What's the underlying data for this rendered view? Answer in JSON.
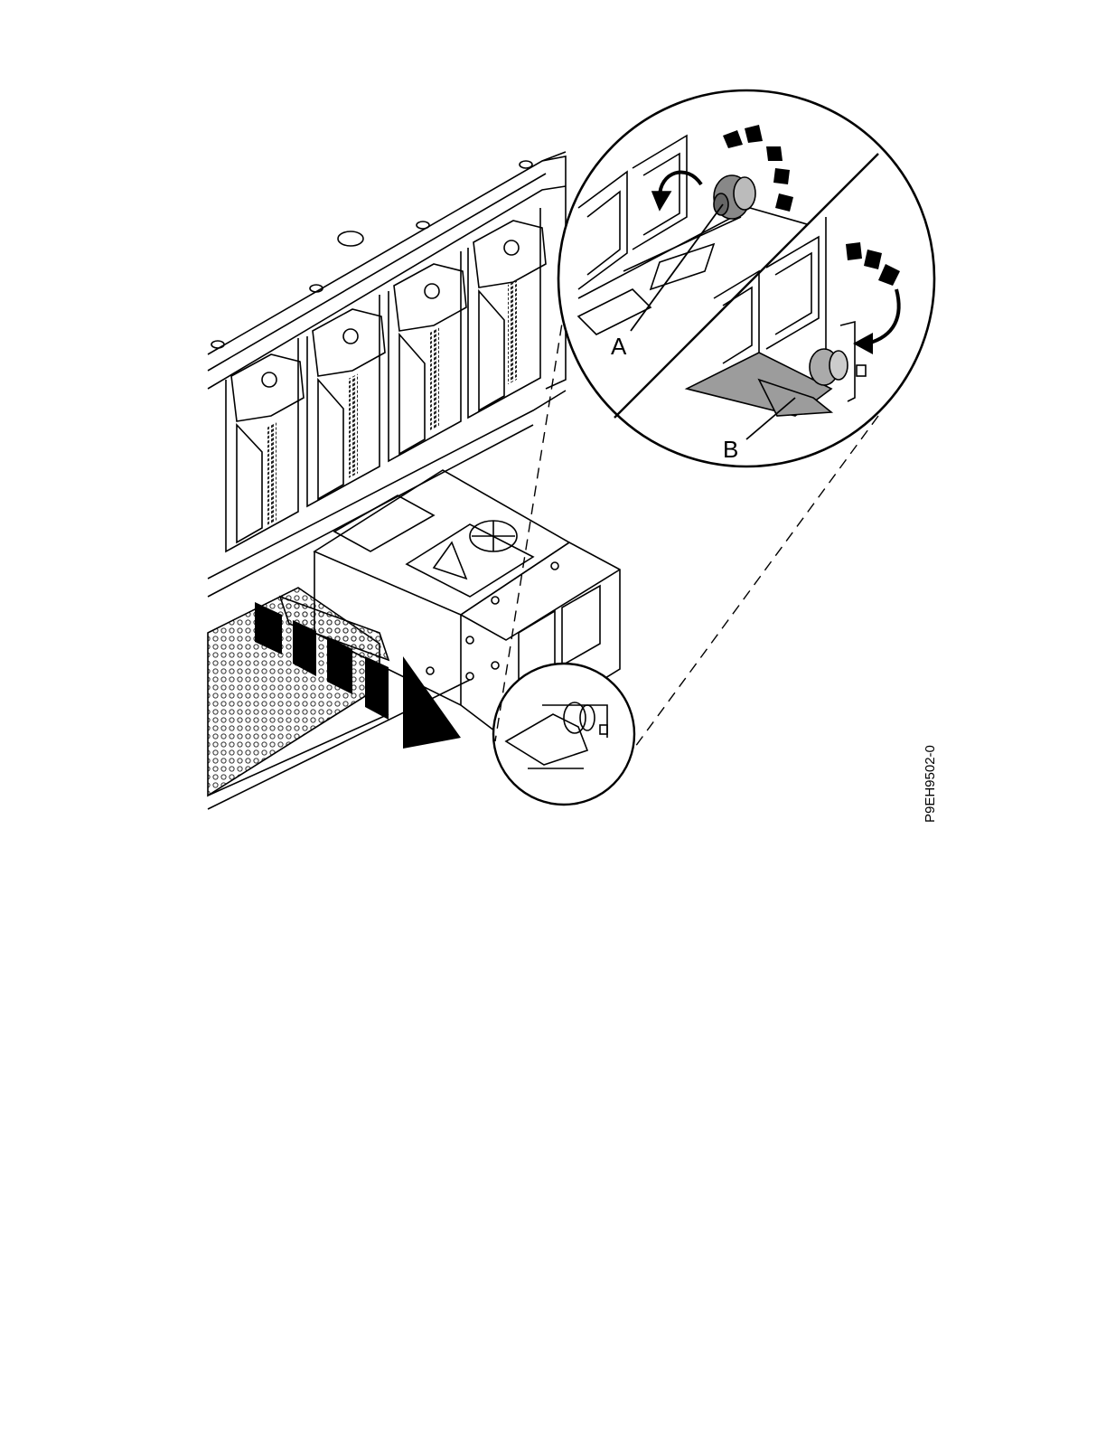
{
  "figure": {
    "callouts": {
      "a": "A",
      "b": "B"
    },
    "figure_id": "P9EH9502-0"
  },
  "colors": {
    "line": "#000000",
    "hatch": "#4a4a4a",
    "highlight_gray": "#9c9c9c",
    "background": "#ffffff"
  }
}
